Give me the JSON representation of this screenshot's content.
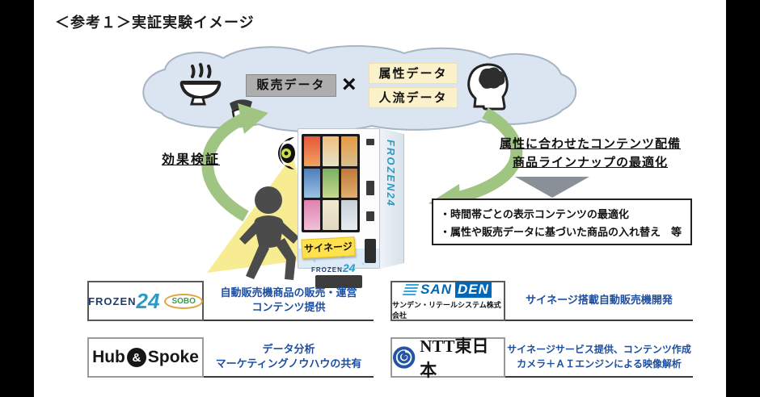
{
  "page": {
    "title": "＜参考１＞実証実験イメージ"
  },
  "cloud": {
    "sales_label": "販売データ",
    "multiply_sign": "×",
    "attribute_label": "属性データ",
    "flow_label": "人流データ"
  },
  "left_note": {
    "label": "効果検証"
  },
  "right_heading": {
    "line1": "属性に合わせたコンテンツ配備",
    "line2": "商品ラインナップの最適化"
  },
  "bullet_box": {
    "item1": "・時間帯ごとの表示コンテンツの最適化",
    "item2": "・属性や販売データに基づいた商品の入れ替え　等"
  },
  "machine": {
    "signage_label": "サイネージ",
    "brand_word": "FROZEN",
    "brand_number": "24",
    "brand_side": "FROZEN24"
  },
  "partners": {
    "frozen": {
      "logo_word": "FROZEN",
      "logo_number": "24",
      "logo_sub": "SOBO",
      "desc1": "自動販売機商品の販売・運営",
      "desc2": "コンテンツ提供"
    },
    "sanden": {
      "logo_part1": "SAN",
      "logo_part2": "DEN",
      "company": "サンデン・リテールシステム株式会社",
      "desc1": "サイネージ搭載自動販売機開発",
      "desc2": ""
    },
    "hubspoke": {
      "logo_part1": "Hub",
      "logo_amp": "&",
      "logo_part2": "Spoke",
      "desc1": "データ分析",
      "desc2": "マーケティングノウハウの共有"
    },
    "ntt": {
      "logo_name": "NTT東日本",
      "desc1": "サイネージサービス提供、コンテンツ作成",
      "desc2": "カメラ＋ＡＩエンジンによる映像解析"
    }
  },
  "colors": {
    "cloud_fill": "#dbe5f1",
    "sales_box": "#aeaeae",
    "data_box_yellow": "#fbf2cb",
    "arrow_green": "#a0c583",
    "signage_yellow": "#ffe14d",
    "desc_blue": "#1d4fa1",
    "sanden_blue": "#0068b7",
    "frozen_navy": "#1c3e70",
    "frozen_teal": "#2b9ac6"
  }
}
